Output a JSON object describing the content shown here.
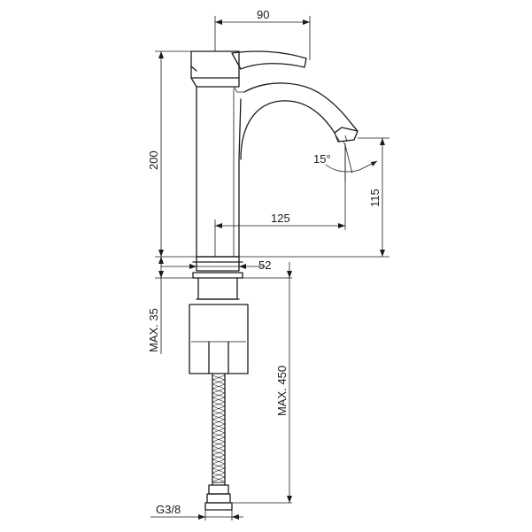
{
  "dimensions": {
    "handle_reach": "90",
    "total_height": "200",
    "spout_height": "115",
    "spout_reach": "125",
    "base_diameter": "52",
    "deck_thickness": "MAX. 35",
    "hose_length": "MAX. 450",
    "thread": "G3/8",
    "aerator_angle": "15°"
  }
}
